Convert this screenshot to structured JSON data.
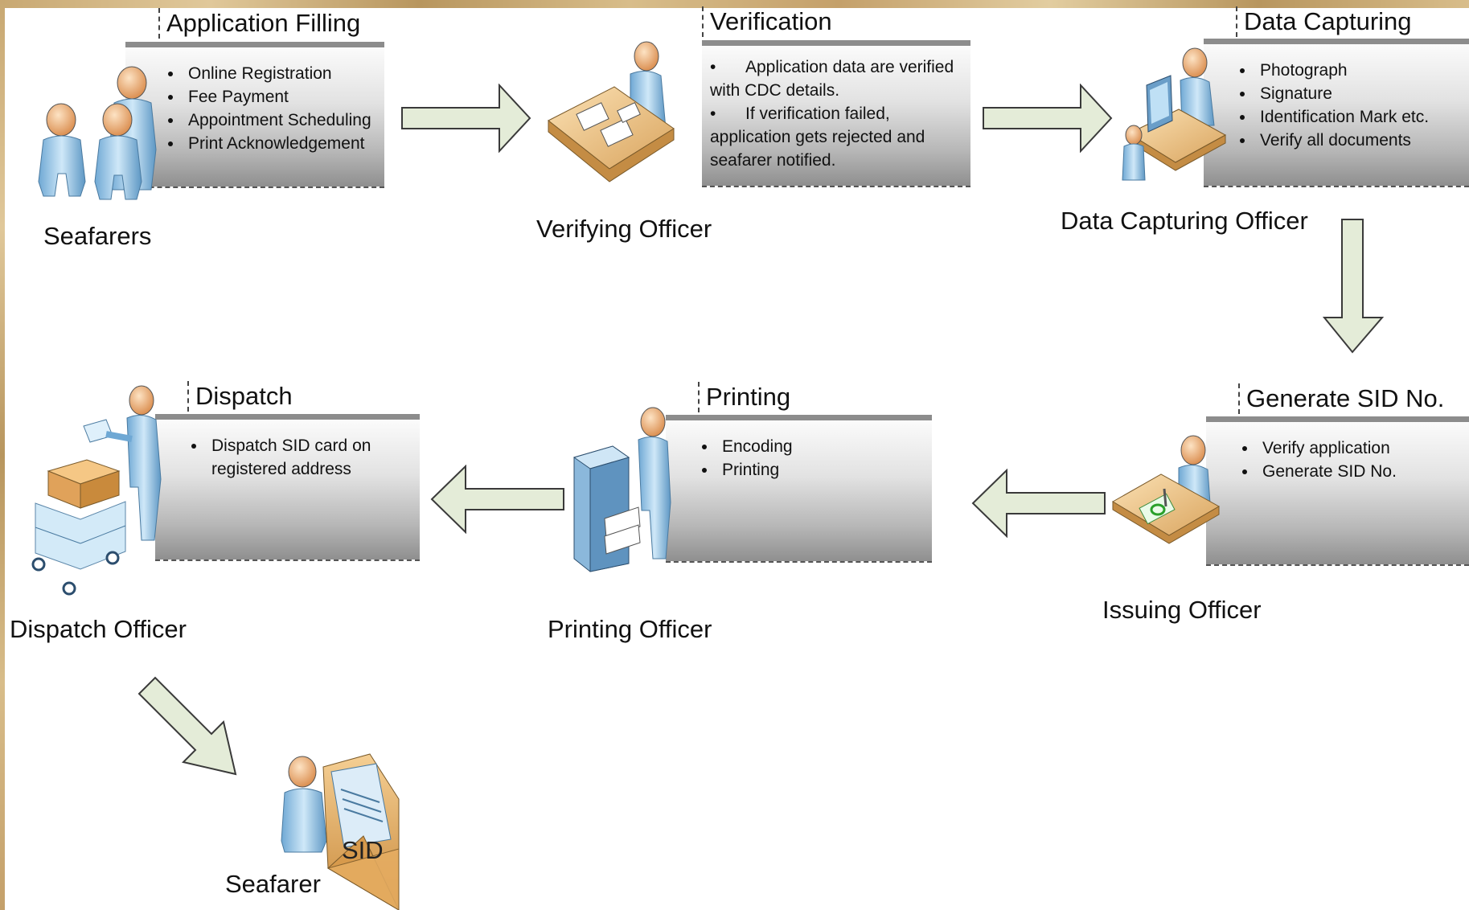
{
  "steps": {
    "application_filling": {
      "title": "Application Filling",
      "items": [
        "Online Registration",
        "Fee Payment",
        "Appointment Scheduling",
        "Print Acknowledgement"
      ]
    },
    "verification": {
      "title": "Verification",
      "items": [
        "Application data are verified with CDC details.",
        "If verification failed, application gets rejected and seafarer notified."
      ]
    },
    "data_capturing": {
      "title": "Data Capturing",
      "items": [
        "Photograph",
        "Signature",
        "Identification Mark etc.",
        "Verify all documents"
      ]
    },
    "generate_sid": {
      "title": "Generate SID No.",
      "items": [
        "Verify application",
        "Generate SID No."
      ]
    },
    "printing": {
      "title": "Printing",
      "items": [
        "Encoding",
        "Printing"
      ]
    },
    "dispatch": {
      "title": "Dispatch",
      "items": [
        "Dispatch SID card on registered  address"
      ]
    }
  },
  "actors": {
    "seafarers": "Seafarers",
    "verifying_officer": "Verifying Officer",
    "data_capturing_officer": "Data Capturing Officer",
    "issuing_officer": "Issuing Officer",
    "printing_officer": "Printing Officer",
    "dispatch_officer": "Dispatch Officer",
    "seafarer": "Seafarer"
  },
  "envelope_text": "SID",
  "colors": {
    "arrow_fill": "#e4ecd8",
    "arrow_stroke": "#3a3a3a",
    "person_body": "#a9d3ee",
    "person_head": "#f0b27a",
    "desk": "#f2c98c",
    "box_top_border": "#8c8c8c"
  }
}
